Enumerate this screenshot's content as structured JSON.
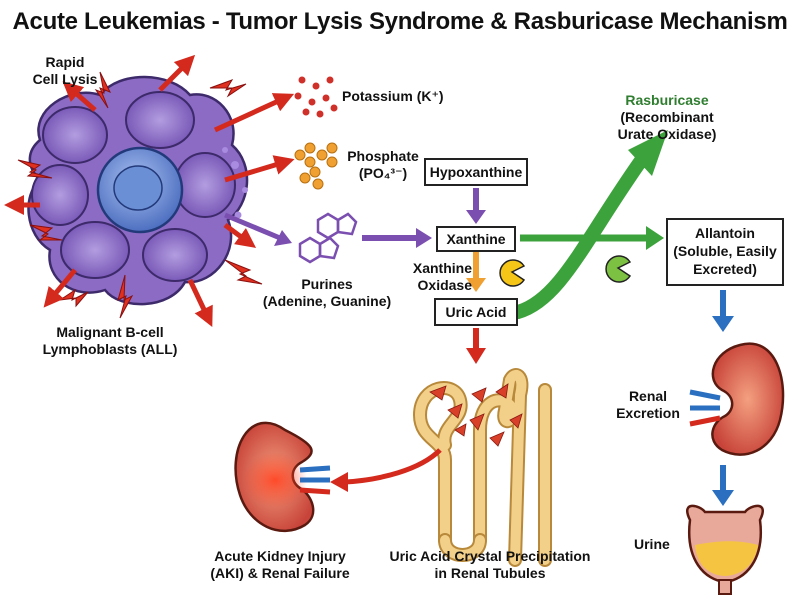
{
  "title": "Acute Leukemias - Tumor Lysis Syndrome & Rasburicase Mechanism",
  "labels": {
    "rapid_lysis_1": "Rapid",
    "rapid_lysis_2": "Cell Lysis",
    "malignant_1": "Malignant B-cell",
    "malignant_2": "Lymphoblasts (ALL)",
    "potassium": "Potassium (K⁺)",
    "phosphate_1": "Phosphate",
    "phosphate_2": "(PO₄³⁻)",
    "purines_1": "Purines",
    "purines_2": "(Adenine, Guanine)",
    "xanthine_oxidase_1": "Xanthine",
    "xanthine_oxidase_2": "Oxidase",
    "rasburicase_1": "Rasburicase",
    "rasburicase_2": "(Recombinant",
    "rasburicase_3": "Urate Oxidase)",
    "renal_excretion_1": "Renal",
    "renal_excretion_2": "Excretion",
    "urine": "Urine",
    "aki_1": "Acute Kidney Injury",
    "aki_2": "(AKI) & Renal Failure",
    "crystal_1": "Uric Acid Crystal Precipitation",
    "crystal_2": "in Renal Tubules"
  },
  "boxes": {
    "hypoxanthine": "Hypoxanthine",
    "xanthine": "Xanthine",
    "uric_acid": "Uric Acid",
    "allantoin_1": "Allantoin",
    "allantoin_2": "(Soluble, Easily",
    "allantoin_3": "Excreted)"
  },
  "colors": {
    "cell_purple": "#8b6bc4",
    "cell_blue": "#6a8fd4",
    "arrow_red": "#d42a1e",
    "arrow_purple": "#7b4fb0",
    "arrow_green": "#3ca33c",
    "arrow_blue": "#2a6fc0",
    "potassium_red": "#d0302a",
    "phosphate_orange": "#f0a030",
    "kidney_red": "#c8443a",
    "tubule_tan": "#f2d08a"
  }
}
